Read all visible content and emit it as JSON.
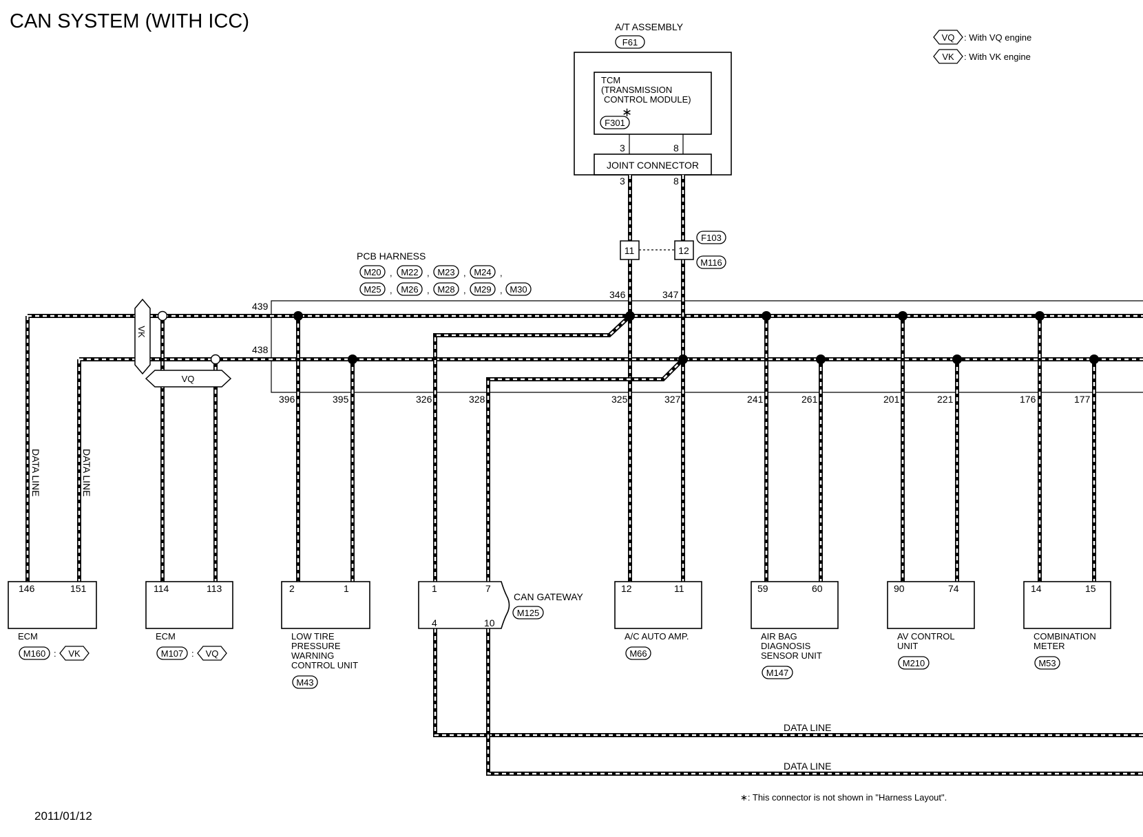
{
  "title": "CAN SYSTEM (WITH ICC)",
  "date": "2011/01/12",
  "footnote": "∗: This connector is not shown in \"Harness Layout\".",
  "legend": [
    {
      "code": "VQ",
      "text": ": With VQ engine"
    },
    {
      "code": "VK",
      "text": ": With VK engine"
    }
  ],
  "at_assembly": {
    "label": "A/T ASSEMBLY",
    "connector": "F61",
    "tcm_lines": [
      "TCM",
      "(TRANSMISSION",
      "CONTROL MODULE)"
    ],
    "star": "∗",
    "tcm_connector": "F301",
    "joint_connector": "JOINT CONNECTOR",
    "pins_top": [
      "3",
      "8"
    ],
    "pins_bottom": [
      "3",
      "8"
    ]
  },
  "junction": {
    "pins": [
      "11",
      "12"
    ],
    "connector_upper": "F103",
    "connector_lower": "M116"
  },
  "pcb_harness": {
    "label": "PCB HARNESS",
    "connectors_row1": [
      "M20",
      "M22",
      "M23",
      "M24"
    ],
    "connectors_row2": [
      "M25",
      "M26",
      "M28",
      "M29",
      "M30"
    ],
    "sep": ",",
    "line_pins": [
      "439",
      "438"
    ],
    "top_pins": [
      "346",
      "347"
    ],
    "bottom_pins": [
      "396",
      "395",
      "326",
      "328",
      "325",
      "327",
      "241",
      "261",
      "201",
      "221",
      "176",
      "177"
    ]
  },
  "data_line": "DATA LINE",
  "selector_vk": "VK",
  "selector_vq": "VQ",
  "components": [
    {
      "name": "ECM",
      "pins": [
        "146",
        "151"
      ],
      "connector": "M160",
      "variant": "VK",
      "sep": ":"
    },
    {
      "name": "ECM",
      "pins": [
        "114",
        "113"
      ],
      "connector": "M107",
      "variant": "VQ",
      "sep": ":"
    },
    {
      "name_lines": [
        "LOW TIRE",
        "PRESSURE",
        "WARNING",
        "CONTROL UNIT"
      ],
      "pins": [
        "2",
        "1"
      ],
      "connector": "M43"
    },
    {
      "name": "CAN GATEWAY",
      "pins": [
        "1",
        "7"
      ],
      "pins_bottom": [
        "4",
        "10"
      ],
      "connector": "M125"
    },
    {
      "name": "A/C AUTO AMP.",
      "pins": [
        "12",
        "11"
      ],
      "connector": "M66"
    },
    {
      "name_lines": [
        "AIR BAG",
        "DIAGNOSIS",
        "SENSOR UNIT"
      ],
      "pins": [
        "59",
        "60"
      ],
      "connector": "M147"
    },
    {
      "name_lines": [
        "AV CONTROL",
        "UNIT"
      ],
      "pins": [
        "90",
        "74"
      ],
      "connector": "M210"
    },
    {
      "name_lines": [
        "COMBINATION",
        "METER"
      ],
      "pins": [
        "14",
        "15"
      ],
      "connector": "M53"
    }
  ]
}
